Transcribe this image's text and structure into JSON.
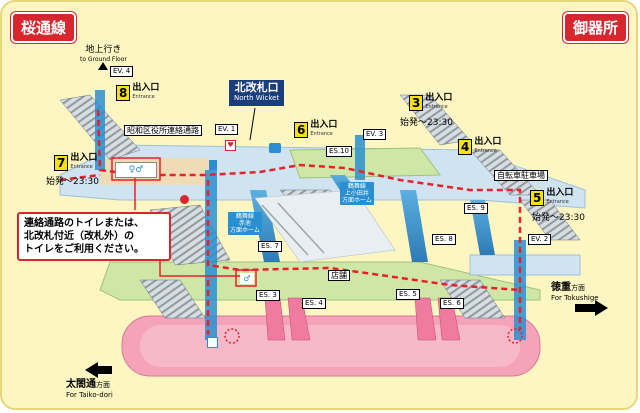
{
  "stations": {
    "left": "桜通線",
    "right": "御器所"
  },
  "ground": {
    "ja": "地上行き",
    "en": "to Ground Floor"
  },
  "exits": [
    {
      "num": "8",
      "ja": "出入口",
      "en": "Entrance"
    },
    {
      "num": "7",
      "ja": "出入口",
      "en": "Entrance",
      "hours": "始発～23:30"
    },
    {
      "num": "6",
      "ja": "出入口",
      "en": "Entrance"
    },
    {
      "num": "3",
      "ja": "出入口",
      "en": "Entrance",
      "hours": "始発～23:30"
    },
    {
      "num": "4",
      "ja": "出入口",
      "en": "Entrance"
    },
    {
      "num": "5",
      "ja": "出入口",
      "en": "Entrance",
      "hours": "始発～23:30"
    }
  ],
  "elevators": [
    "EV. 4",
    "EV. 1",
    "EV. 3",
    "EV. 2"
  ],
  "escalators": [
    "ES.10",
    "ES. 9",
    "ES. 8",
    "ES. 7",
    "ES. 3",
    "ES. 4",
    "ES. 5",
    "ES. 6"
  ],
  "passage": "昭和区役所連絡通路",
  "wicket": {
    "ja": "北改札口",
    "en": "North Wicket"
  },
  "bike_parking": "自転車駐車場",
  "shop": "店舗",
  "notice": [
    "連絡通路のトイレまたは、",
    "北改札付近（改札外）の",
    "トイレをご利用ください。"
  ],
  "platforms": [
    {
      "ja": "鶴舞線",
      "sub": "赤池",
      "en": "方面ホーム"
    },
    {
      "ja": "鶴舞線",
      "sub": "上小田井",
      "en": "方面ホーム"
    }
  ],
  "directions": {
    "right": {
      "ja": "徳重",
      "suffix": "方面",
      "en": "For Tokushige"
    },
    "left": {
      "ja": "太閤通",
      "suffix": "方面",
      "en": "For Taiko-dori"
    }
  },
  "colors": {
    "accent": "#d8262e",
    "exit_yellow": "#f7e10a",
    "route": "#e8202a",
    "concourse": "#cfe3f0",
    "platform": "#f5a3b8"
  }
}
